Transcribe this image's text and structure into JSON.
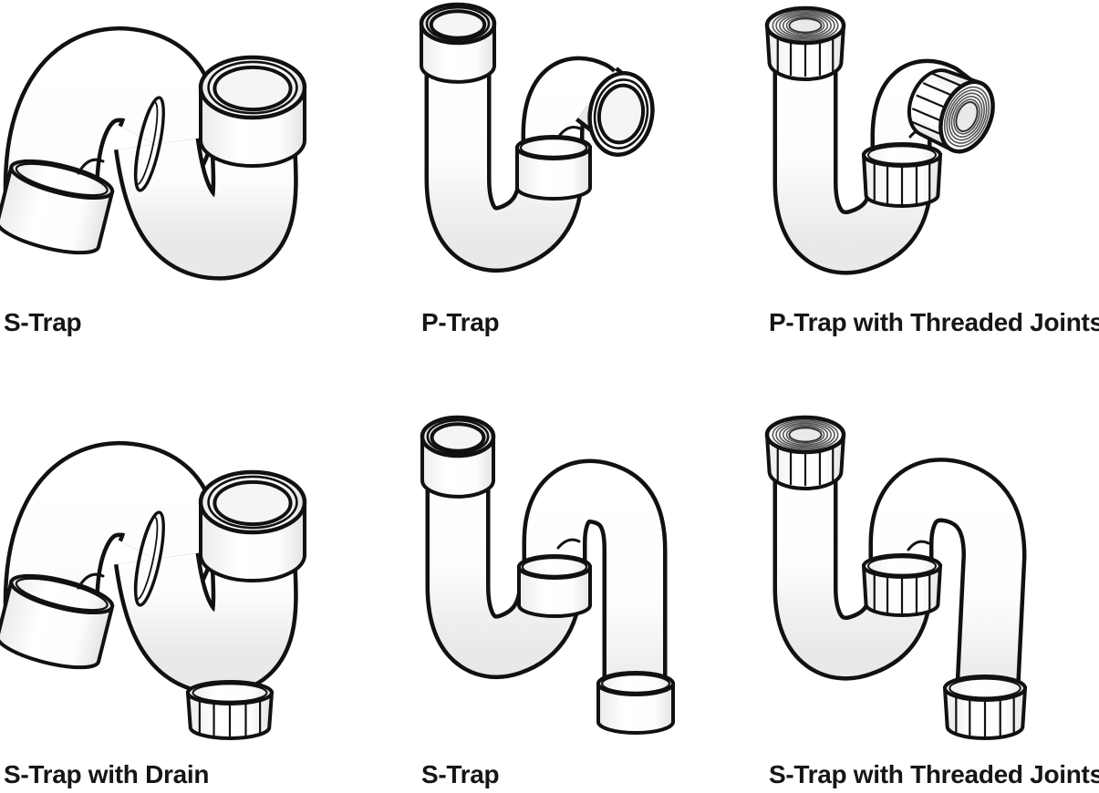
{
  "figures": [
    {
      "label": "S-Trap",
      "type": "s_iso"
    },
    {
      "label": "P-Trap",
      "type": "p_plain"
    },
    {
      "label": "P-Trap with Threaded Joints",
      "type": "p_threaded"
    },
    {
      "label": "S-Trap with Drain",
      "type": "s_iso_drain"
    },
    {
      "label": "S-Trap",
      "type": "s_profile"
    },
    {
      "label": "S-Trap with Threaded Joints",
      "type": "s_profile_threaded"
    }
  ],
  "colors": {
    "outline": "#111111",
    "pipe_fill": "#ffffff",
    "shade_light": "#e9e9e9",
    "bore_fill": "#f5f5f5",
    "thread_line": "#555555",
    "label_text": "#161616",
    "background": "#ffffff"
  }
}
